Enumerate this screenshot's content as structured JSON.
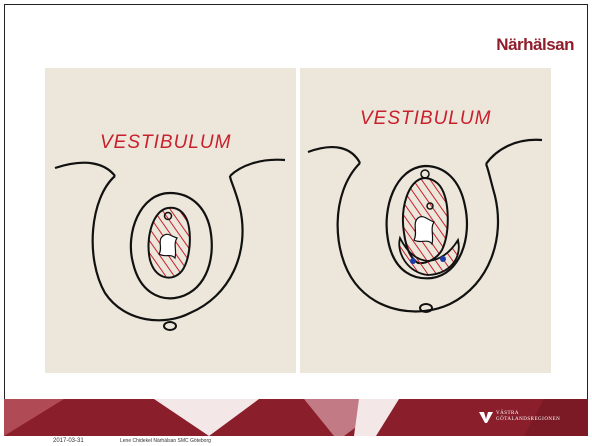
{
  "slide": {
    "brand": "Närhälsan",
    "date": "2017-03-31",
    "author": "Lene Chidekel Närhälsan SMC Göteborg"
  },
  "photos": [
    {
      "handwritten_label": "VESTIBULUM"
    },
    {
      "handwritten_label": "VESTIBULUM"
    }
  ],
  "logo": {
    "line1": "VÄSTRA",
    "line2": "GÖTALANDSREGIONEN"
  },
  "colors": {
    "brand": "#8f1d2c",
    "footer_band": "#8a1e2a",
    "marker_red": "#c8202c",
    "marker_black": "#111111",
    "marker_blue": "#1e3aa8",
    "paper": "#ece7da"
  }
}
